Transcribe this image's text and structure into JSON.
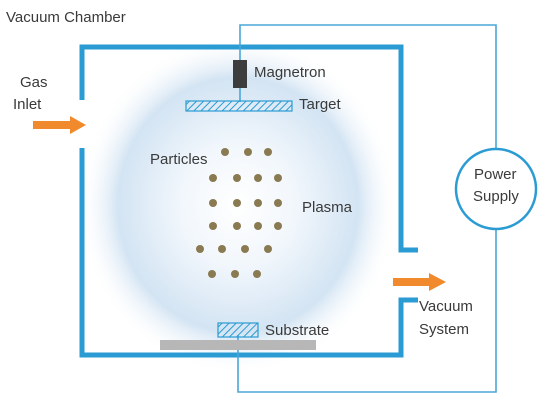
{
  "title": "Vacuum Chamber",
  "labels": {
    "gas_line1": "Gas",
    "gas_line2": "Inlet",
    "magnetron": "Magnetron",
    "target": "Target",
    "particles": "Particles",
    "plasma": "Plasma",
    "power_line1": "Power",
    "power_line2": "Supply",
    "vacuum_line1": "Vacuum",
    "vacuum_line2": "System",
    "substrate": "Substrate"
  },
  "colors": {
    "wall": "#2b9bd3",
    "wire": "#4aa7d8",
    "arrow": "#f08a2c",
    "particle": "#8a7a52",
    "magnetron": "#3d3d3d",
    "stage": "#b7b7b7",
    "plasma_glow": "#c8dcef"
  }
}
